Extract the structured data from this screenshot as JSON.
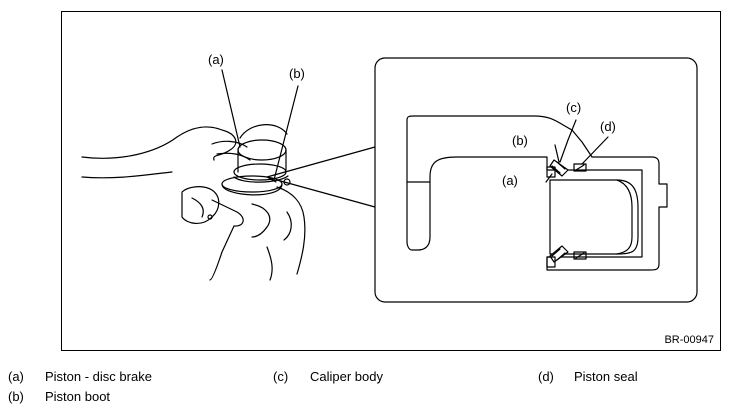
{
  "figure": {
    "id": "BR-00947",
    "left_callouts": {
      "a": "(a)",
      "b": "(b)"
    },
    "detail_callouts": {
      "a": "(a)",
      "b": "(b)",
      "c": "(c)",
      "d": "(d)"
    }
  },
  "legend": [
    {
      "key": "(a)",
      "text": "Piston - disc brake"
    },
    {
      "key": "(b)",
      "text": "Piston boot"
    },
    {
      "key": "(c)",
      "text": "Caliper body"
    },
    {
      "key": "(d)",
      "text": "Piston seal"
    }
  ]
}
